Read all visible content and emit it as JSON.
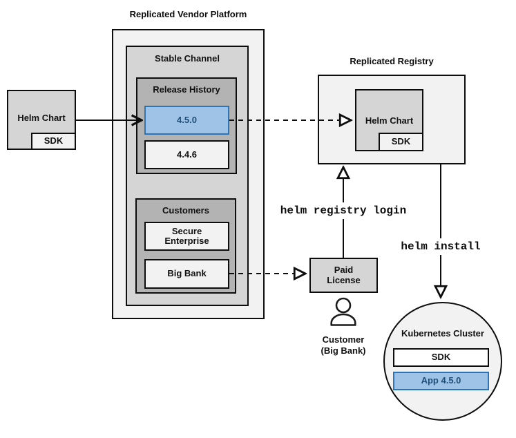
{
  "colors": {
    "highlight_fill": "#9fc3e6",
    "highlight_border": "#2e74b5",
    "highlight_text": "#1f4e79",
    "box_light_fill": "#f2f2f2",
    "box_mid_fill": "#d5d5d5",
    "box_dark_fill": "#b3b3b3",
    "border": "#0d0d0d"
  },
  "source_chart": {
    "label": "Helm Chart",
    "sdk_label": "SDK"
  },
  "vendor_platform": {
    "title": "Replicated Vendor Platform",
    "stable_channel": {
      "label": "Stable Channel",
      "release_history": {
        "label": "Release History",
        "releases": [
          {
            "version": "4.5.0",
            "highlighted": true
          },
          {
            "version": "4.4.6",
            "highlighted": false
          }
        ]
      },
      "customers": {
        "label": "Customers",
        "items": [
          "Secure Enterprise",
          "Big Bank"
        ]
      }
    }
  },
  "registry": {
    "title": "Replicated Registry",
    "chart_label": "Helm Chart",
    "sdk_label": "SDK"
  },
  "paid_license": {
    "label": "Paid License"
  },
  "customer": {
    "line1": "Customer",
    "line2": "(Big Bank)"
  },
  "kubernetes": {
    "title": "Kubernetes Cluster",
    "sdk_label": "SDK",
    "app_label": "App 4.5.0"
  },
  "commands": {
    "registry_login": "helm registry login",
    "install": "helm install"
  }
}
